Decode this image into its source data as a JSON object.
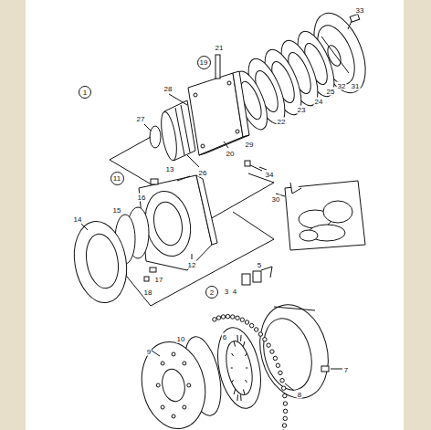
{
  "diagram": {
    "nodes": [
      {
        "text": [
          "19"
        ]
      },
      {
        "text": [
          "1"
        ]
      },
      {
        "text": [
          "11"
        ]
      },
      {
        "text": [
          "2"
        ]
      }
    ],
    "labels": [
      "33",
      "21",
      "28",
      "27",
      "20",
      "29",
      "22",
      "23",
      "24",
      "25",
      "32",
      "31",
      "26",
      "34",
      "30",
      "13",
      "16",
      "15",
      "14",
      "12",
      "17",
      "18",
      "5",
      "3",
      "4",
      "9",
      "10",
      "6",
      "7",
      "8"
    ]
  }
}
